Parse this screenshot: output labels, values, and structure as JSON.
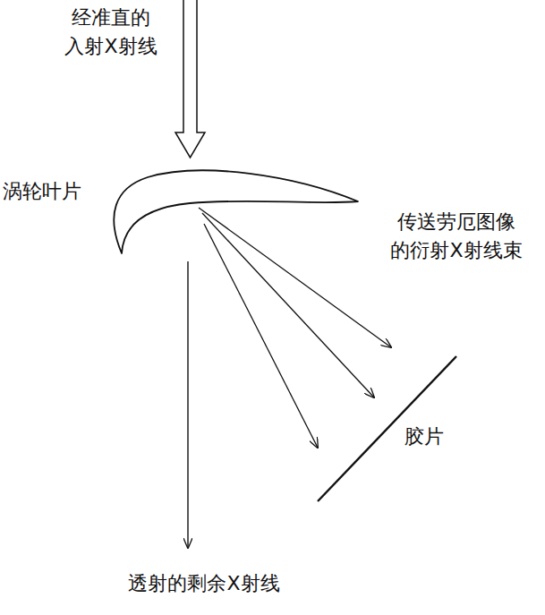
{
  "diagram": {
    "labels": [
      "经准直的 入射X射线",
      "涡轮叶片",
      "传送劳厄图像 的衍射X射线束",
      "胶片",
      "透射的剩余X射线"
    ]
  }
}
